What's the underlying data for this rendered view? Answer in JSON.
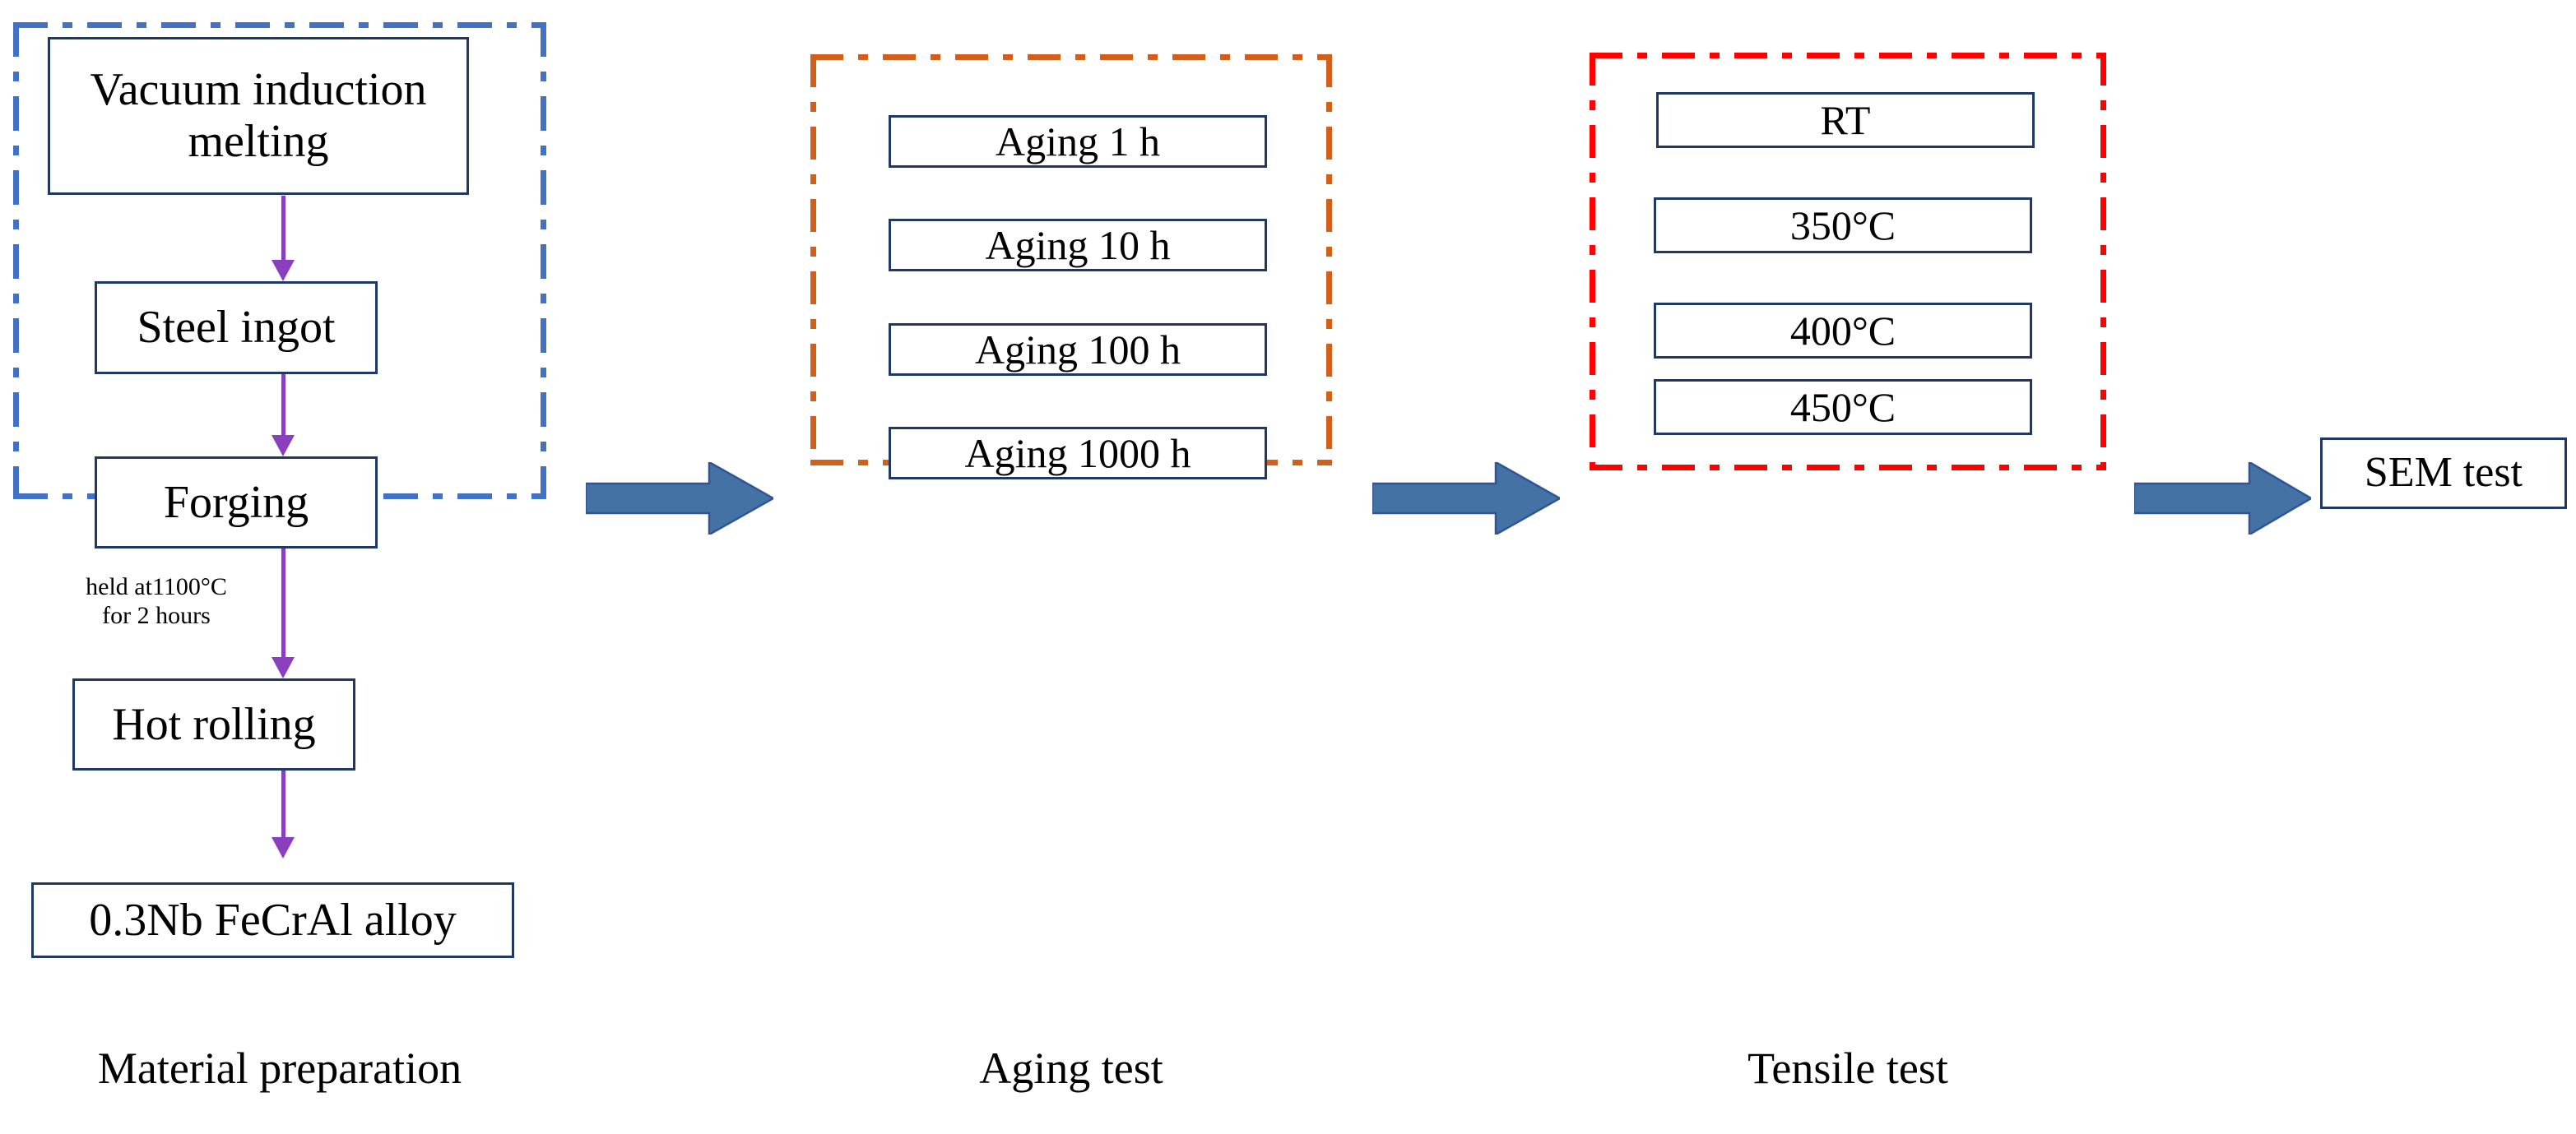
{
  "diagram": {
    "title_text_present": false,
    "stages": [
      {
        "id": "material-preparation",
        "caption": "Material preparation",
        "frame_color": "#4372C4",
        "steps": [
          {
            "label": "Vacuum induction\nmelting"
          },
          {
            "label": "Steel ingot"
          },
          {
            "label": "Forging"
          },
          {
            "label": "Hot rolling"
          },
          {
            "label": "0.3Nb FeCrAl alloy"
          }
        ],
        "annotation": "held at1100°C\nfor 2 hours"
      },
      {
        "id": "aging-test",
        "caption": "Aging test",
        "frame_color": "#D2601A",
        "steps": [
          {
            "label": "Aging 1 h"
          },
          {
            "label": "Aging 10 h"
          },
          {
            "label": "Aging 100 h"
          },
          {
            "label": "Aging 1000 h"
          }
        ]
      },
      {
        "id": "tensile-test",
        "caption": "Tensile test",
        "frame_color": "#FF0000",
        "steps": [
          {
            "label": "RT"
          },
          {
            "label": "350°C"
          },
          {
            "label": "400°C"
          },
          {
            "label": "450°C"
          }
        ]
      },
      {
        "id": "sem-test",
        "caption": "",
        "frame_color": "",
        "steps": [
          {
            "label": "SEM test"
          }
        ]
      }
    ],
    "connector_arrows": {
      "vertical_color": "#8A3FBF",
      "block_color": "#4472A4",
      "block_outline": "#2F5597",
      "count_vertical": 4,
      "count_block": 3
    },
    "box_border_color": "#1F3864"
  }
}
